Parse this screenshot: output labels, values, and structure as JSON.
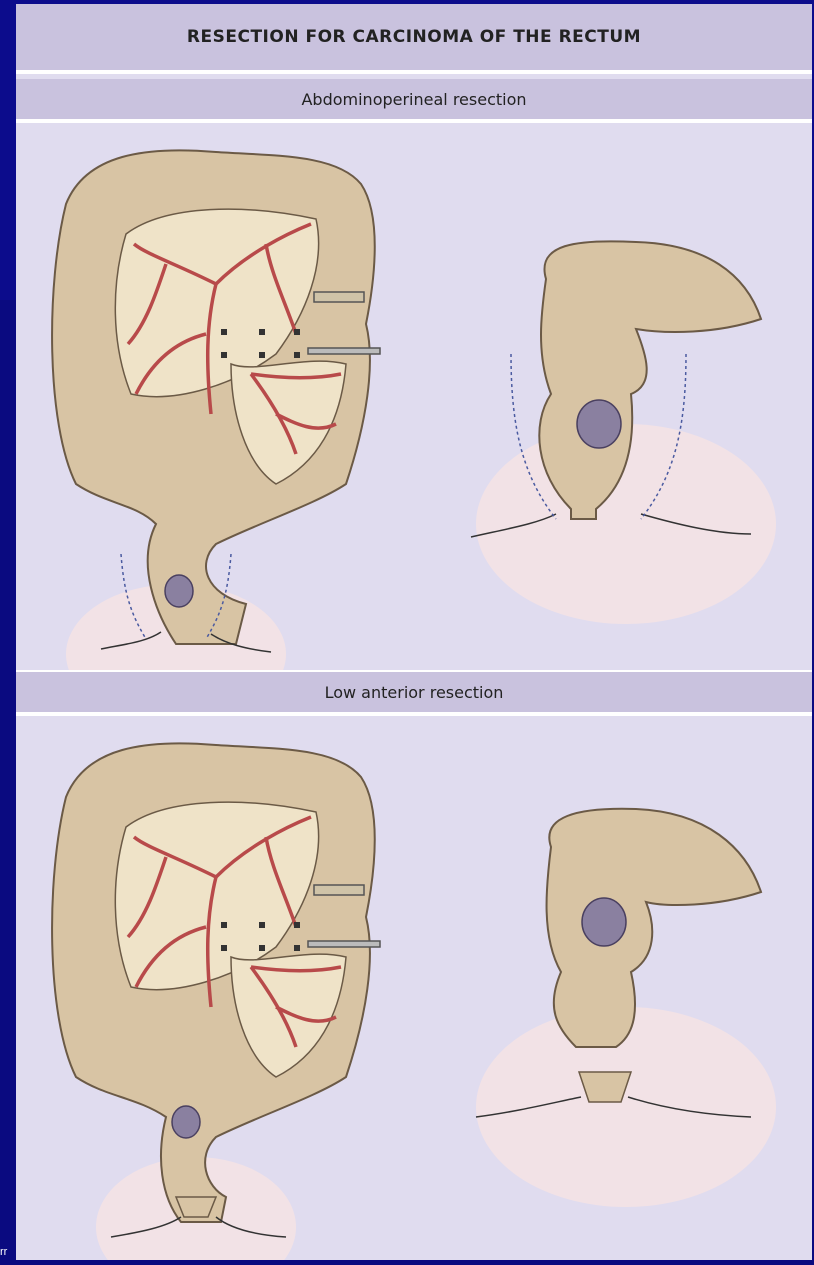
{
  "figure": {
    "title": "RESECTION FOR CARCINOMA OF THE RECTUM",
    "sections": [
      {
        "label": "Abdominoperineal resection"
      },
      {
        "label": "Low anterior resection"
      }
    ]
  },
  "footer": {
    "partial_text": "rr"
  },
  "colors": {
    "slide_background": "#0a0a80",
    "figure_background": "#e0dcef",
    "header_bar": "#c9c2de",
    "colon_fill": "#d8c4a4",
    "colon_outline": "#6b5a46",
    "vessel": "#b84a4a",
    "tumor": "#8a80a0"
  }
}
